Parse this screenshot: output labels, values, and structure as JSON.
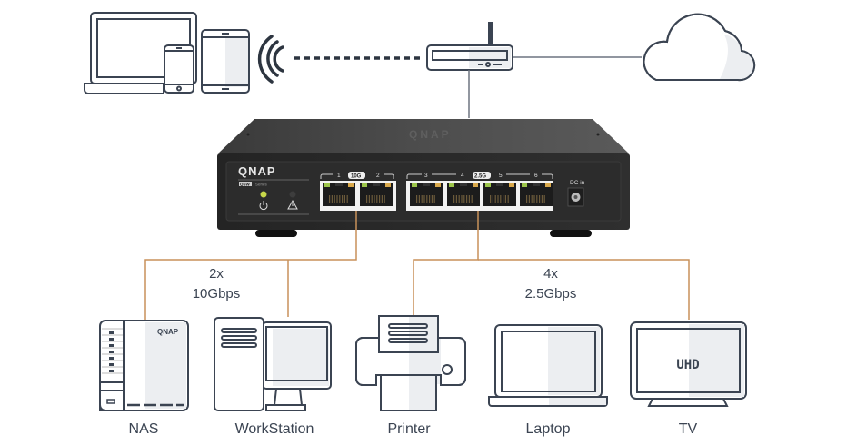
{
  "title": "QNAP QSW switch network topology",
  "switch": {
    "brand": "QNAP",
    "series_badge": "QSW",
    "series_text": "Series",
    "ports_10g": {
      "badge": "10G",
      "numbers": [
        "1",
        "2"
      ]
    },
    "ports_2_5g": {
      "badge": "2.5G",
      "numbers": [
        "3",
        "4",
        "5",
        "6"
      ]
    },
    "dc_label": "DC in"
  },
  "groups": [
    {
      "count": "2x",
      "speed": "10Gbps"
    },
    {
      "count": "4x",
      "speed": "2.5Gbps"
    }
  ],
  "devices": [
    {
      "label": "NAS",
      "logo": "QNAP"
    },
    {
      "label": "WorkStation"
    },
    {
      "label": "Printer"
    },
    {
      "label": "Laptop"
    },
    {
      "label": "TV",
      "screen_text": "UHD"
    }
  ],
  "colors": {
    "outline": "#3b4452",
    "link_copper": "#c8915a",
    "switch_body": "#2b2b2b",
    "led_green": "#c8d84a",
    "shade": "#eceef1"
  }
}
